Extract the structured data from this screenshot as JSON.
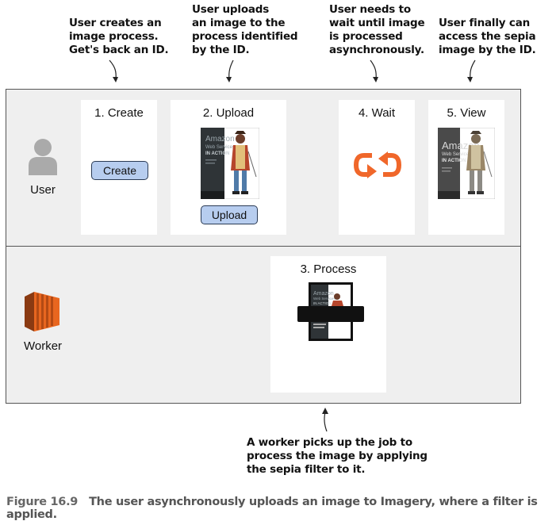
{
  "notes": {
    "create": "User creates an\nimage process.\nGet's back an ID.",
    "upload": "User uploads\nan image to the\nprocess identified\nby the ID.",
    "wait": "User needs to\nwait until image\nis processed\nasynchronously.",
    "view": "User finally can\naccess the sepia\nimage by the ID.",
    "worker": "A worker picks up the job to\nprocess the image by applying\nthe sepia filter to it."
  },
  "actors": {
    "user": "User",
    "worker": "Worker"
  },
  "steps": {
    "create": "1. Create",
    "upload": "2. Upload",
    "process": "3. Process",
    "wait": "4. Wait",
    "view": "5. View"
  },
  "buttons": {
    "create": "Create",
    "upload": "Upload"
  },
  "book": {
    "line1": "Amazon",
    "line2": "Web Services",
    "line3": "IN ACTION"
  },
  "caption": {
    "number": "Figure 16.9",
    "text": "The user asynchronously uploads an image to Imagery, where a filter is applied."
  },
  "colors": {
    "wait_icon": "#f0672a",
    "worker_icon": "#e8661f",
    "button": "#b7cdef"
  }
}
